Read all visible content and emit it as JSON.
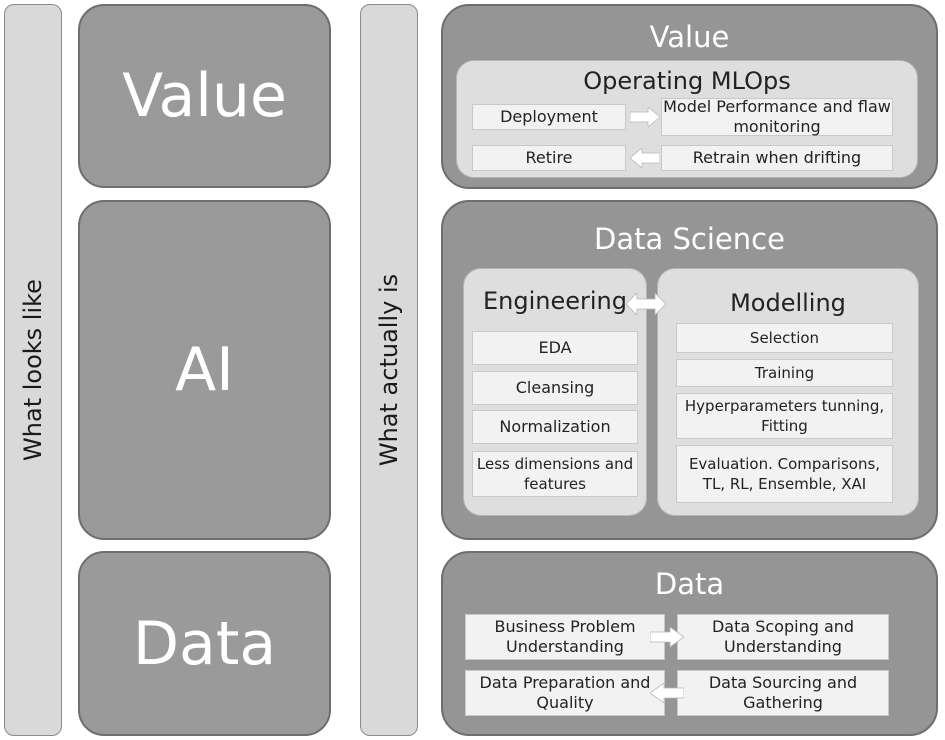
{
  "left_column": {
    "side_label": "What looks like",
    "blocks": [
      "Value",
      "AI",
      "Data"
    ]
  },
  "right_column": {
    "side_label": "What actually is",
    "value_panel": {
      "title": "Value",
      "inner_title": "Operating MLOps",
      "items": {
        "deployment": "Deployment",
        "model_performance": "Model Performance and flaw monitoring",
        "retire": "Retire",
        "retrain": "Retrain when drifting"
      }
    },
    "ds_panel": {
      "title": "Data Science",
      "engineering": {
        "title": "Engineering",
        "items": [
          "EDA",
          "Cleansing",
          "Normalization",
          "Less dimensions and features"
        ]
      },
      "modelling": {
        "title": "Modelling",
        "items": [
          "Selection",
          "Training",
          "Hyperparameters tunning, Fitting",
          "Evaluation. Comparisons, TL, RL, Ensemble, XAI"
        ]
      }
    },
    "data_panel": {
      "title": "Data",
      "items": {
        "business_problem": "Business Problem Understanding",
        "data_scoping": "Data Scoping and Understanding",
        "data_preparation": "Data Preparation and Quality",
        "data_sourcing": "Data Sourcing and Gathering"
      }
    }
  },
  "colors": {
    "block_fill": "#9a9a9a",
    "panel_fill": "#959595",
    "inner_fill": "#dedede",
    "box_fill": "#f2f2f2",
    "arrow_fill": "#ffffff"
  }
}
